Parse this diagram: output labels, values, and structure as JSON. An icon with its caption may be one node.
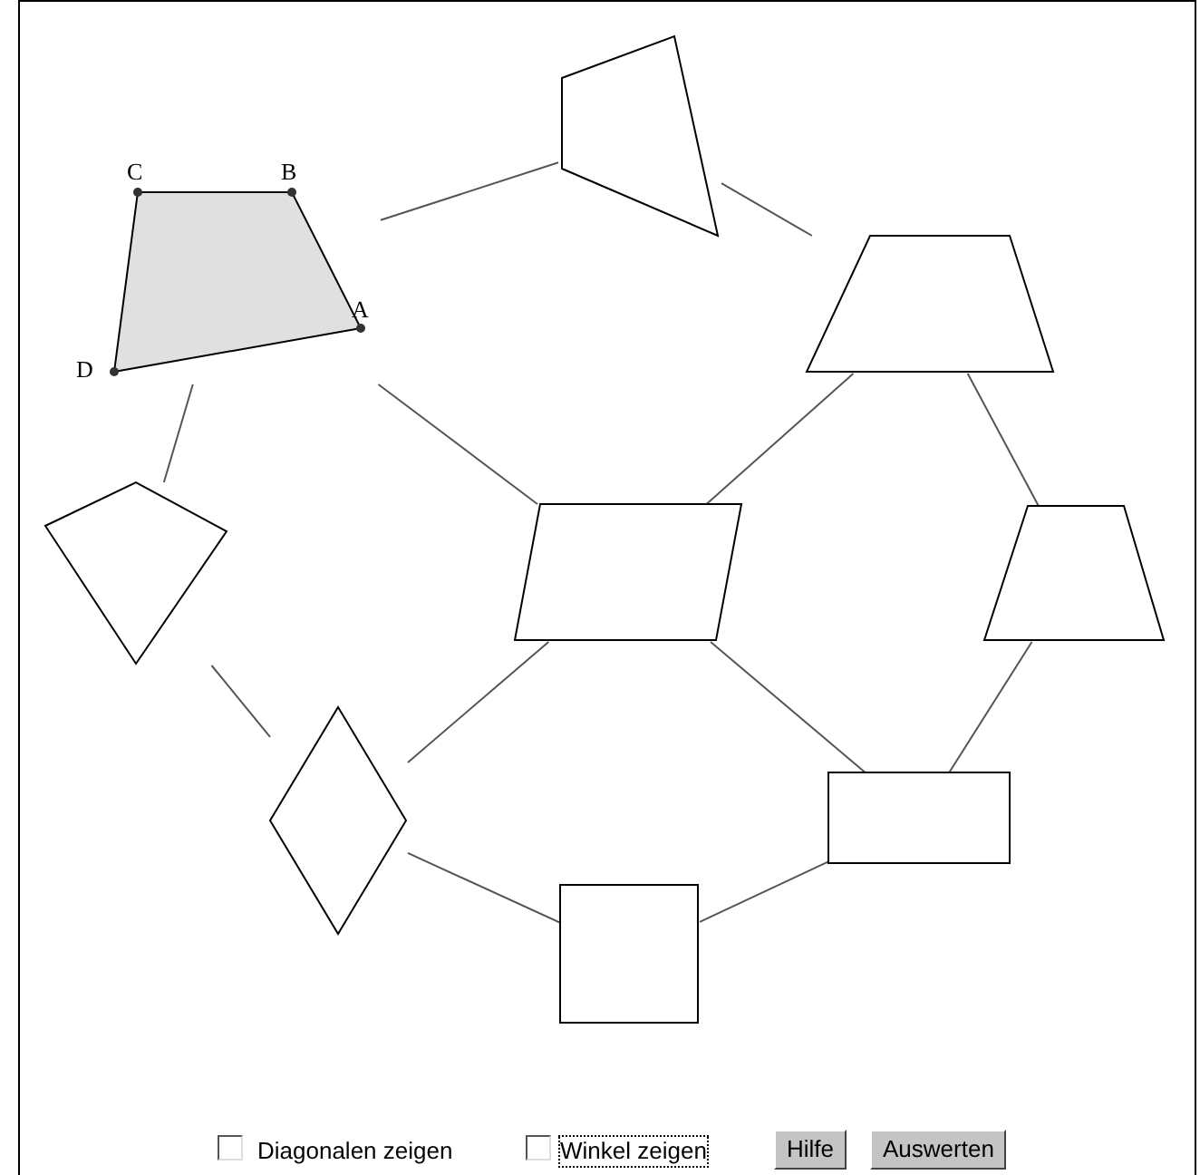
{
  "diagram": {
    "nodes": [
      {
        "text": [
          "C",
          "B",
          "A",
          "D"
        ]
      },
      {
        "text": [],
        "shape": "quadrilateral"
      },
      {
        "text": [],
        "shape": "trapezoid"
      },
      {
        "text": [],
        "shape": "kite"
      },
      {
        "text": [],
        "shape": "parallelogram"
      },
      {
        "text": [],
        "shape": "trapezoid"
      },
      {
        "text": [],
        "shape": "rhombus"
      },
      {
        "text": [],
        "shape": "rectangle"
      },
      {
        "text": [],
        "shape": "square"
      }
    ],
    "edges": [
      {
        "from": 0,
        "to": 1,
        "arrow": "none"
      },
      {
        "from": 1,
        "to": 2,
        "arrow": "none"
      },
      {
        "from": 0,
        "to": 3,
        "arrow": "none"
      },
      {
        "from": 0,
        "to": 4,
        "arrow": "none"
      },
      {
        "from": 2,
        "to": 4,
        "arrow": "none"
      },
      {
        "from": 2,
        "to": 5,
        "arrow": "none"
      },
      {
        "from": 3,
        "to": 6,
        "arrow": "none"
      },
      {
        "from": 4,
        "to": 6,
        "arrow": "none"
      },
      {
        "from": 4,
        "to": 7,
        "arrow": "none"
      },
      {
        "from": 5,
        "to": 7,
        "arrow": "none"
      },
      {
        "from": 6,
        "to": 8,
        "arrow": "none"
      },
      {
        "from": 7,
        "to": 8,
        "arrow": "none"
      }
    ],
    "labels": [
      "Diagonalen zeigen",
      "Winkel zeigen",
      "Hilfe",
      "Auswerten"
    ]
  }
}
